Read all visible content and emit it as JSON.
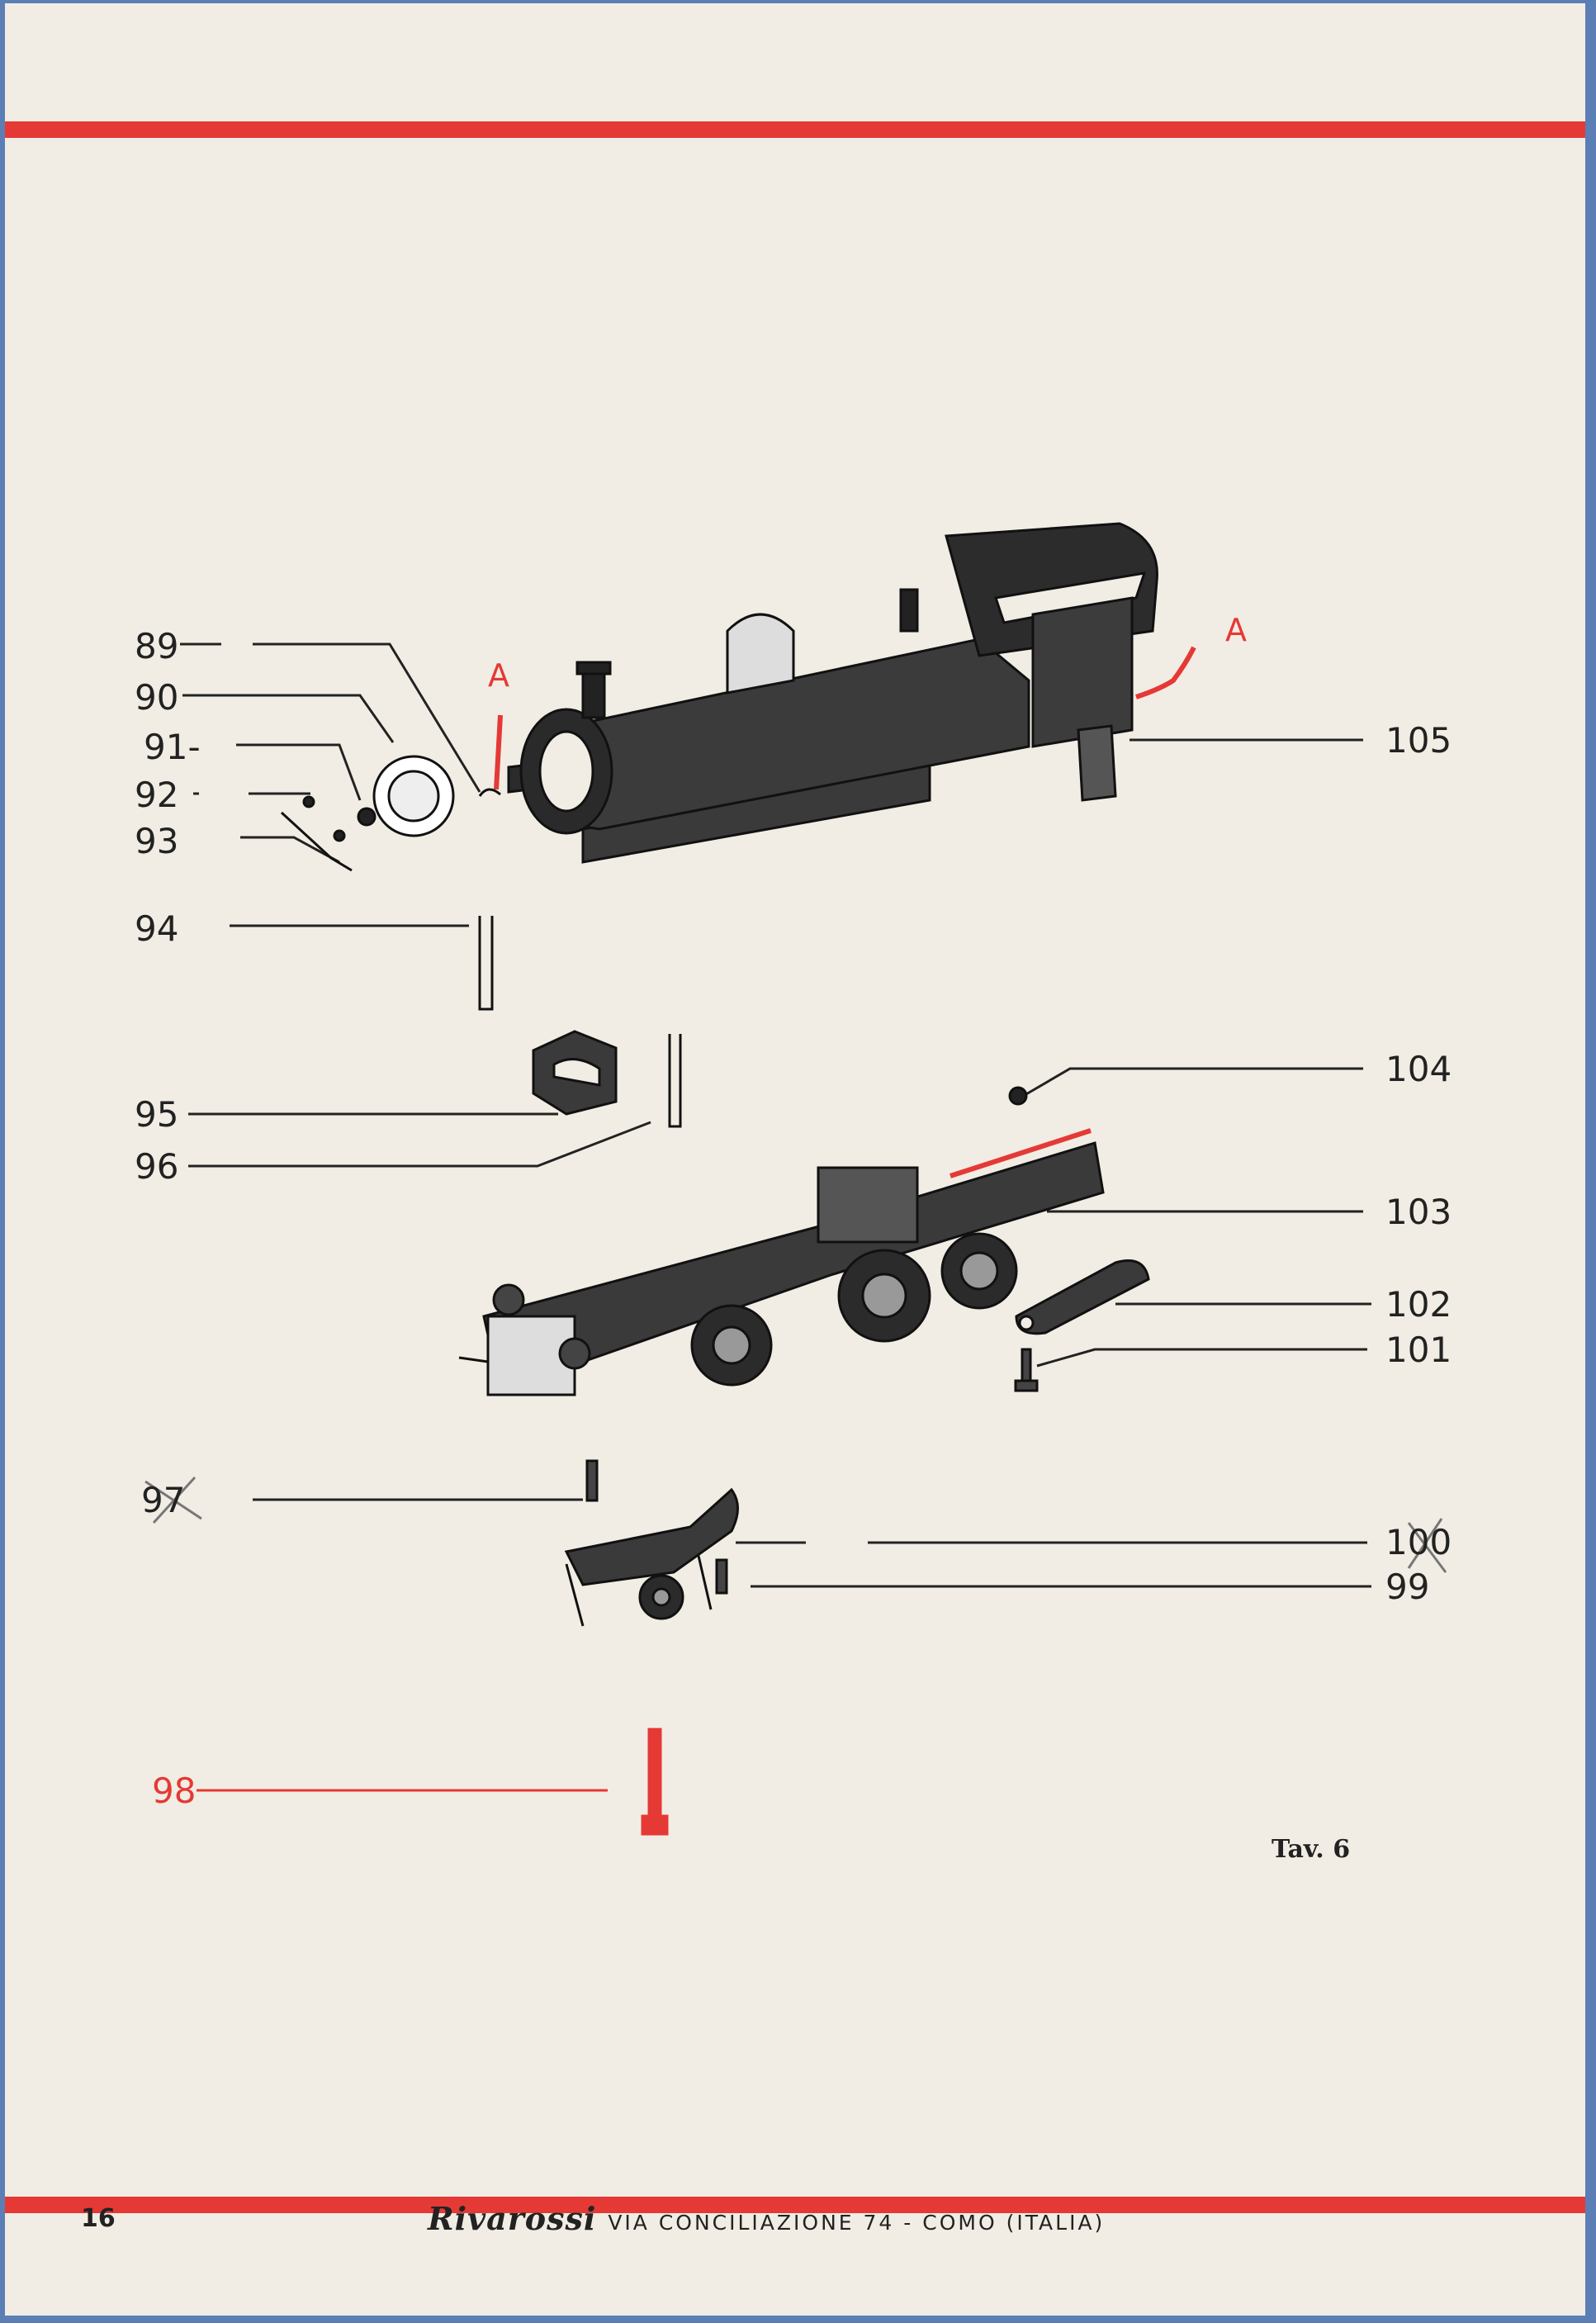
{
  "accent_color": "#e53935",
  "figure": {
    "part_labels": {
      "p89": "89",
      "p90": "90",
      "p91": "91-",
      "p92": "92",
      "p93": "93",
      "p94": "94",
      "p95": "95",
      "p96": "96",
      "p97": "97",
      "p98": "98",
      "p99": "99",
      "p100": "100",
      "p101": "101",
      "p102": "102",
      "p103": "103",
      "p104": "104",
      "p105": "105"
    },
    "marker_left": "A",
    "marker_right": "A",
    "highlighted_part": "98"
  },
  "plate": "Tav. 6",
  "footer": {
    "page_number": "16",
    "brand": "Rivarossi",
    "address": "VIA CONCILIAZIONE 74 - COMO (ITALIA)"
  }
}
